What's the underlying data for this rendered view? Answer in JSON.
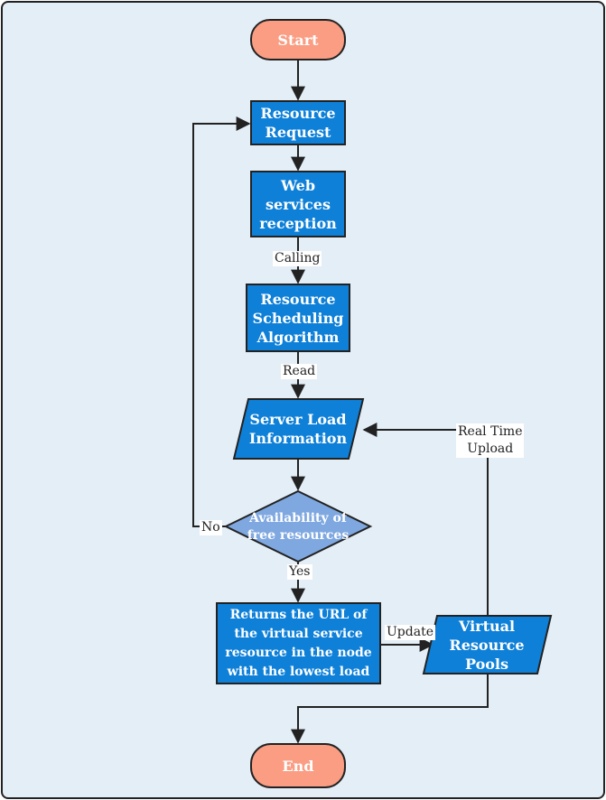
{
  "nodes": {
    "start": "Start",
    "resource_request": "Resource\nRequest",
    "web_services": "Web\nservices\nreception",
    "scheduling": "Resource\nScheduling\nAlgorithm",
    "server_load": "Server Load\nInformation",
    "availability": "Availability of\nfree resources",
    "returns_url": "Returns the URL of\nthe virtual service\nresource in the node\nwith the lowest load",
    "virtual_pools": "Virtual\nResource\nPools",
    "end": "End"
  },
  "edges": {
    "calling": "Calling",
    "read": "Read",
    "no": "No",
    "yes": "Yes",
    "update": "Update",
    "real_time_upload": "Real Time\nUpload"
  },
  "colors": {
    "terminal_fill": "#fa9d83",
    "process_fill": "#0f80d8",
    "decision_fill": "#7fa8e0",
    "stroke": "#222222",
    "background": "#e4eef6"
  }
}
